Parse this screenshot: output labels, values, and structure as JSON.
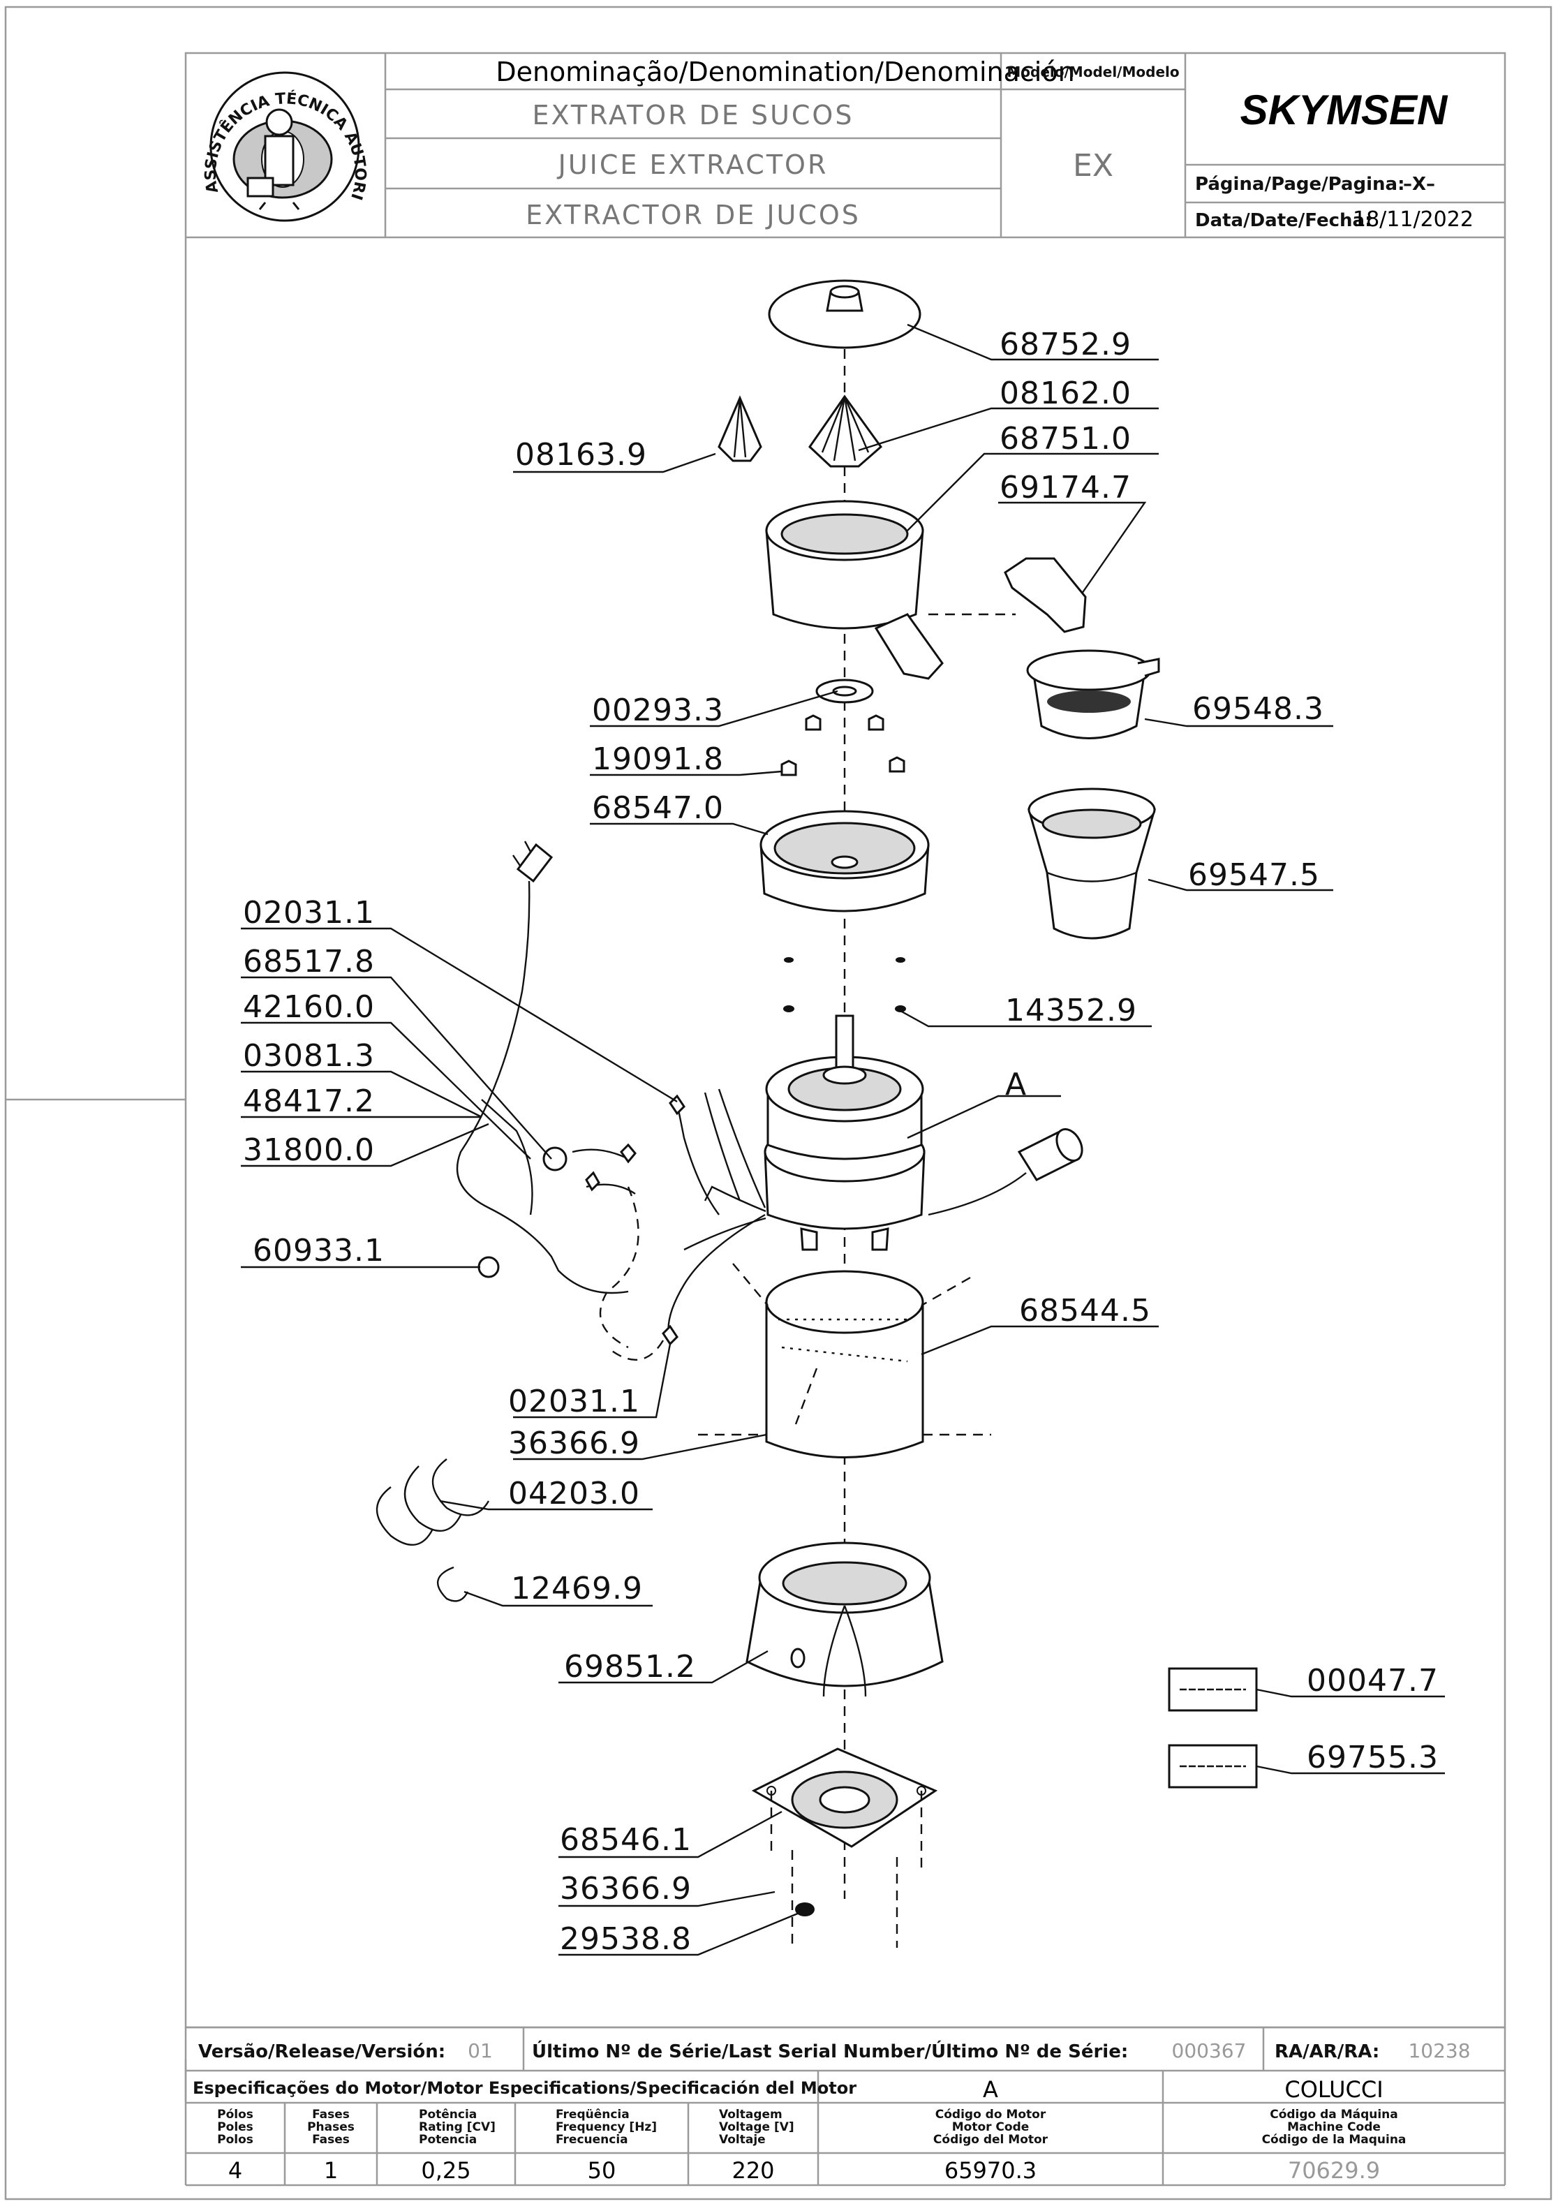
{
  "header": {
    "stamp_text": "ASSISTÊNCIA TÉCNICA AUTORIZADA",
    "denomination_label": "Denominação/Denomination/Denominación",
    "name_pt": "EXTRATOR DE SUCOS",
    "name_en": "JUICE EXTRACTOR",
    "name_es": "EXTRACTOR DE JUCOS",
    "model_label": "Modelo/Model/Modelo",
    "model_value": "EX",
    "brand": "SKYMSEN",
    "page_label": "Página/Page/Pagina:",
    "page_value": "–X–",
    "date_label": "Data/Date/Fecha:",
    "date_value": "18/11/2022"
  },
  "parts": {
    "p68752": "68752.9",
    "p08162": "08162.0",
    "p08163": "08163.9",
    "p68751": "68751.0",
    "p69174": "69174.7",
    "p69548": "69548.3",
    "p00293": "00293.3",
    "p19091": "19091.8",
    "p68547": "68547.0",
    "p69547": "69547.5",
    "p02031a": "02031.1",
    "p68517": "68517.8",
    "p42160": "42160.0",
    "p03081": "03081.3",
    "p48417": "48417.2",
    "p31800": "31800.0",
    "p14352": "14352.9",
    "motor_ref": "A",
    "p60933": "60933.1",
    "p68544": "68544.5",
    "p02031b": "02031.1",
    "p36366a": "36366.9",
    "p04203": "04203.0",
    "p12469": "12469.9",
    "p69851": "69851.2",
    "p00047": "00047.7",
    "p69755": "69755.3",
    "p68546": "68546.1",
    "p36366b": "36366.9",
    "p29538": "29538.8"
  },
  "footer": {
    "version_label": "Versão/Release/Versión:",
    "version_value": "01",
    "serial_label": "Último Nº de Série/Last Serial Number/Último Nº de Série:",
    "serial_value": "000367",
    "ra_label": "RA/AR/RA:",
    "ra_value": "10238",
    "motor_spec_label": "Especificações do Motor/Motor Especifications/Specificación del Motor",
    "motor_ref_value": "A",
    "manufacturer": "COLUCCI",
    "col_poles": [
      "Pólos",
      "Poles",
      "Polos"
    ],
    "col_phases": [
      "Fases",
      "Phases",
      "Fases"
    ],
    "col_power": [
      "Potência",
      "Rating [CV]",
      "Potencia"
    ],
    "col_freq": [
      "Freqüência",
      "Frequency [Hz]",
      "Frecuencia"
    ],
    "col_voltage": [
      "Voltagem",
      "Voltage [V]",
      "Voltaje"
    ],
    "col_motor_code": [
      "Código do Motor",
      "Motor Code",
      "Código del Motor"
    ],
    "col_machine_code": [
      "Código da Máquina",
      "Machine Code",
      "Código de la Maquina"
    ],
    "poles": "4",
    "phases": "1",
    "power": "0,25",
    "frequency": "50",
    "voltage": "220",
    "motor_code": "65970.3",
    "machine_code": "70629.9"
  }
}
